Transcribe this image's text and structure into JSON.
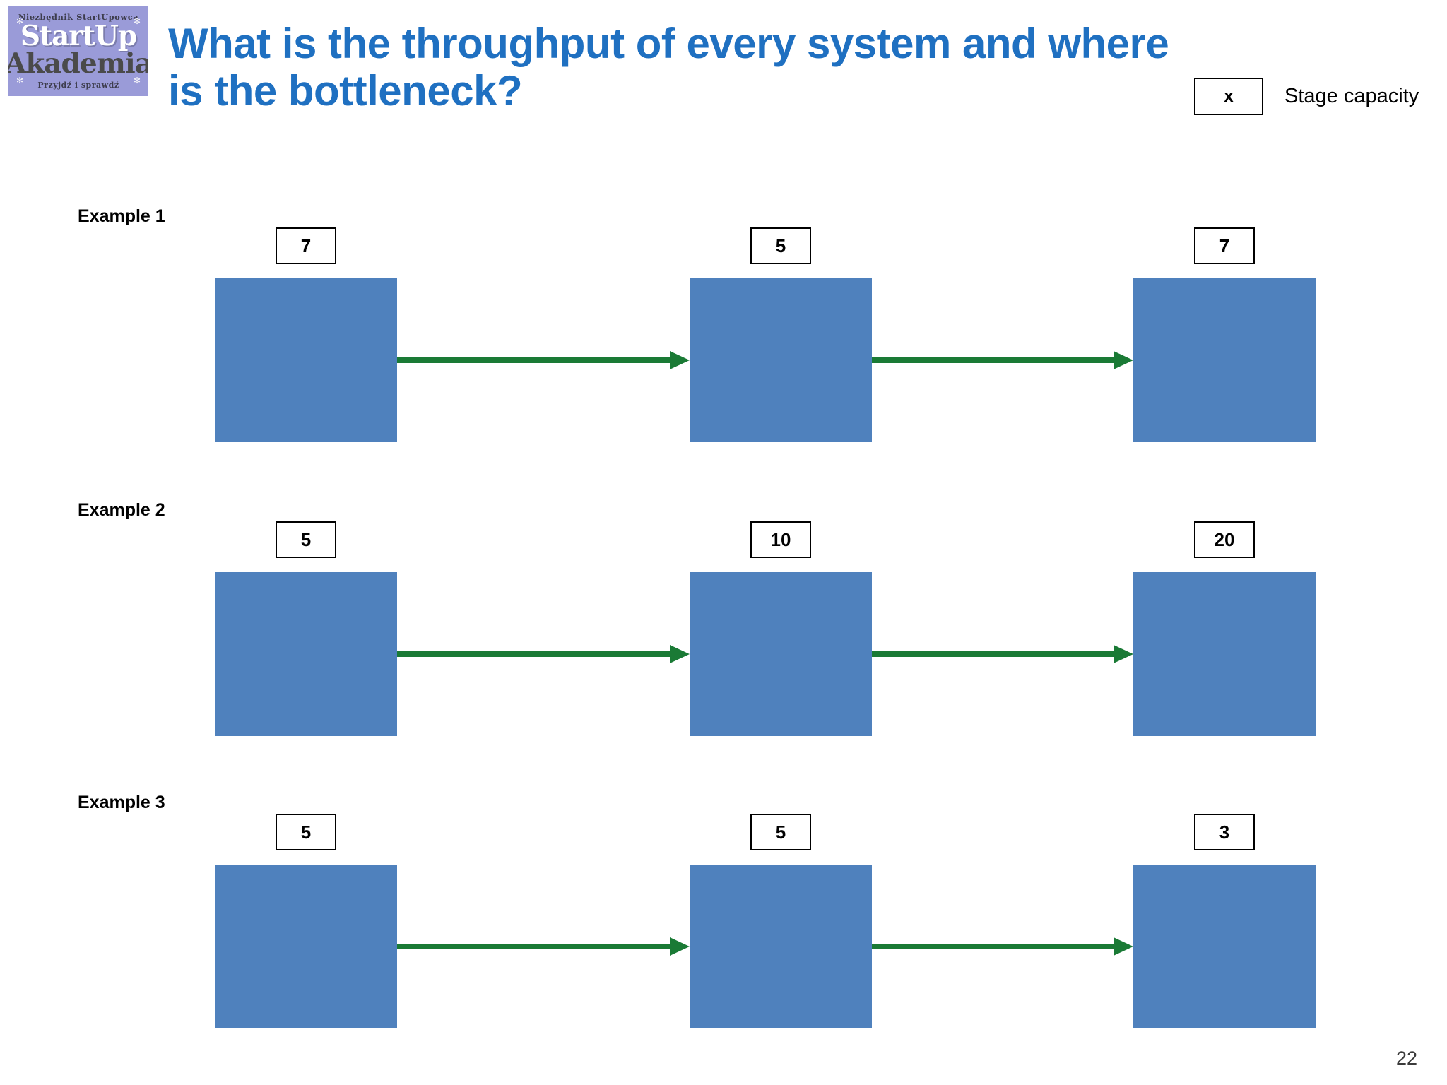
{
  "logo": {
    "top_text": "Niezbędnik StartUpowca",
    "word1": "StartUp",
    "word2": "Akademia",
    "bottom_text": "Przyjdź i sprawdź",
    "corner_glyph": "✻",
    "background_color": "#9a9bd8"
  },
  "title": {
    "line1": "What is the throughput of every system and where",
    "line2": "is the bottleneck?",
    "color": "#1f70c1"
  },
  "legend": {
    "symbol": "x",
    "label": "Stage capacity"
  },
  "colors": {
    "stage_block": "#4f81bd",
    "arrow": "#1a7a35",
    "box_border": "#000000"
  },
  "examples": [
    {
      "label": "Example 1",
      "stages": [
        {
          "capacity": "7"
        },
        {
          "capacity": "5"
        },
        {
          "capacity": "7"
        }
      ]
    },
    {
      "label": "Example 2",
      "stages": [
        {
          "capacity": "5"
        },
        {
          "capacity": "10"
        },
        {
          "capacity": "20"
        }
      ]
    },
    {
      "label": "Example 3",
      "stages": [
        {
          "capacity": "5"
        },
        {
          "capacity": "5"
        },
        {
          "capacity": "3"
        }
      ]
    }
  ],
  "footer": {
    "page_number": "22"
  }
}
